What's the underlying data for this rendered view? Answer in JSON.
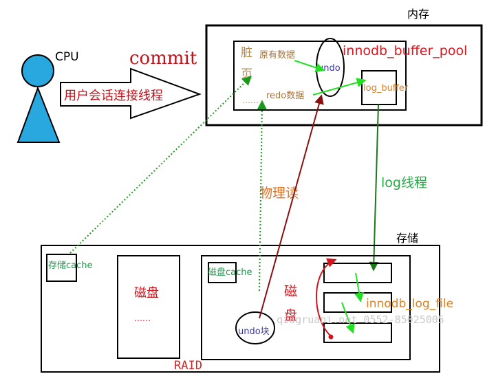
{
  "labels": {
    "cpu": "CPU",
    "commit": "commit",
    "user_session_thread": "用户会话连接线程",
    "memory": "内存",
    "dirty_page_char1": "脏",
    "dirty_page_char2": "页",
    "dirty_ellipsis": "……",
    "original_data": "原有数据",
    "redo_data": "redo数据",
    "undo": "undo",
    "log_buffer": "log_buffer",
    "innodb_buffer_pool": "innodb_buffer_pool",
    "physical_read": "物理读",
    "log_thread": "log线程",
    "storage": "存储",
    "storage_cache": "存储cache",
    "disk": "磁盘",
    "disk_ellipsis": "……",
    "disk_cache": "磁盘cache",
    "disk_vertical_char1": "磁",
    "disk_vertical_char2": "盘",
    "undo_block": "undo块",
    "innodb_log_file": "innodb_log_file",
    "raid": "RAID",
    "watermark": "qiugruani.net 0552-85025005"
  },
  "colors": {
    "box_stroke": "#000000",
    "cpu_fill": "#29a8e0",
    "commit_red": "#c0141c",
    "dirty_brown": "#b58a4e",
    "label_brown": "#a5743d",
    "buffer_pool_red": "#e0141c",
    "undo_blue": "#3a3aa0",
    "log_buffer_orange": "#e08020",
    "bright_green": "#22e022",
    "dark_green": "#1a7a1a",
    "dotted_green": "#1a9a1a",
    "physical_read_orange": "#e07020",
    "log_thread_green": "#22aa44",
    "disk_red": "#d0141c",
    "raid_red": "#e02020",
    "storage_cache_green": "#1a9a4a",
    "dark_red_line": "#8a1010",
    "watermark_gray": "#c8c8c8"
  }
}
